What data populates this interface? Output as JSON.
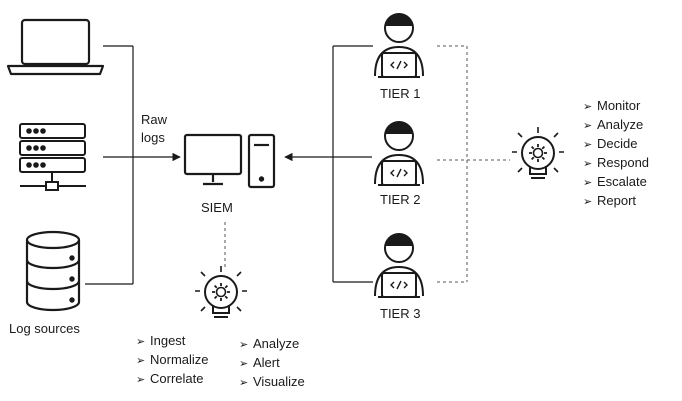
{
  "labels": {
    "raw_logs_line1": "Raw",
    "raw_logs_line2": "logs",
    "siem": "SIEM",
    "log_sources": "Log sources",
    "tier1": "TIER 1",
    "tier2": "TIER 2",
    "tier3": "TIER 3"
  },
  "siem_functions_col1": [
    "Ingest",
    "Normalize",
    "Correlate"
  ],
  "siem_functions_col2": [
    "Analyze",
    "Alert",
    "Visualize"
  ],
  "analyst_functions": [
    "Monitor",
    "Analyze",
    "Decide",
    "Respond",
    "Escalate",
    "Report"
  ],
  "bullet_glyph": "➢",
  "colors": {
    "stroke": "#1a1a1a",
    "dashed": "#555555",
    "background": "#ffffff"
  }
}
